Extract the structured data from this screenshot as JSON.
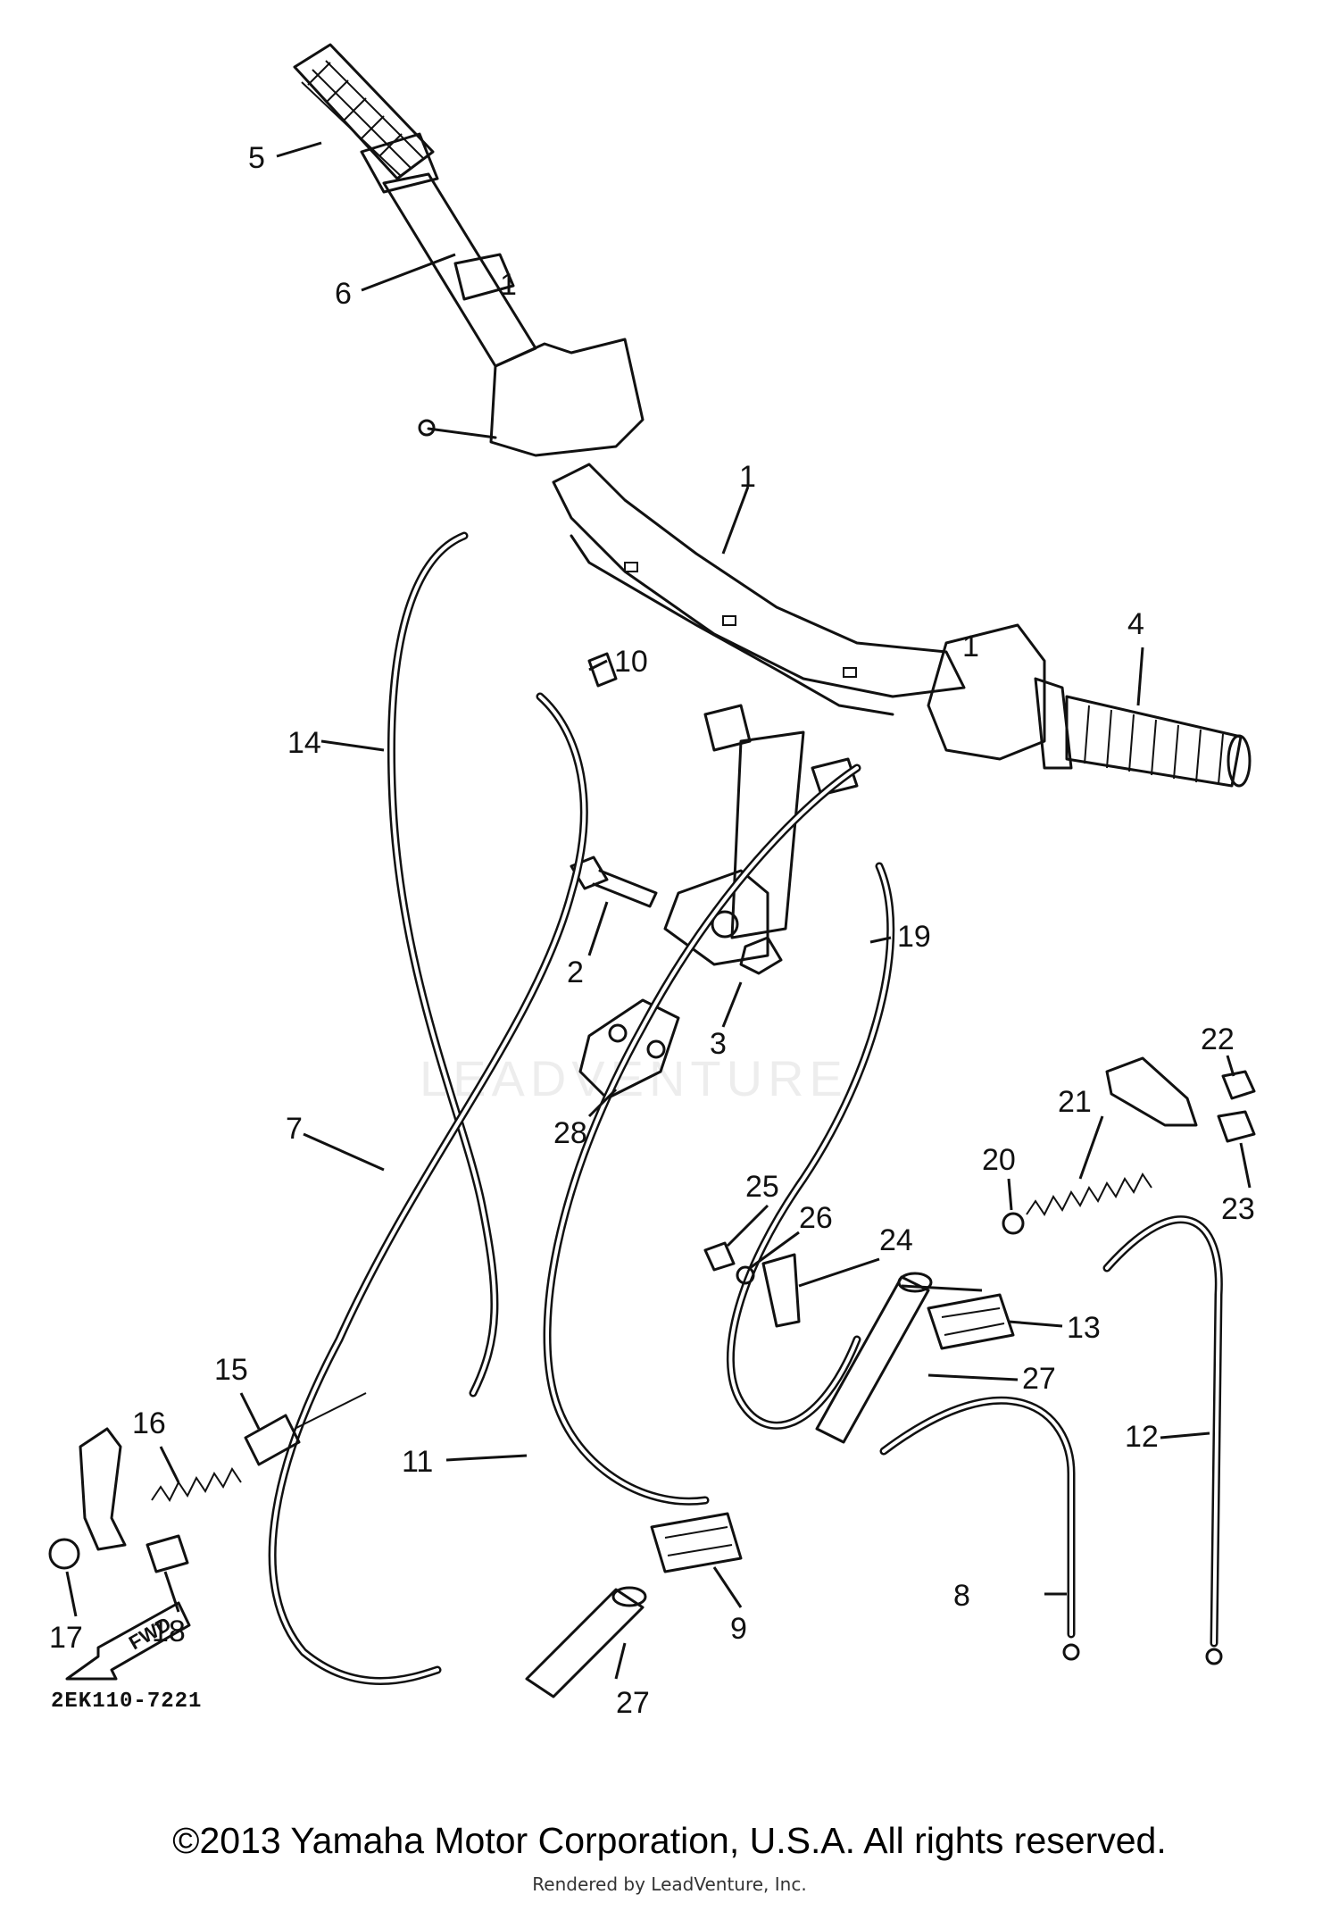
{
  "diagram": {
    "drawing_code": "2EK110-7221",
    "direction_arrow_label": "FWD",
    "watermark": "LEADVENTURE",
    "callouts": [
      "1",
      "1",
      "1",
      "2",
      "3",
      "4",
      "5",
      "6",
      "7",
      "8",
      "9",
      "10",
      "11",
      "12",
      "13",
      "14",
      "15",
      "16",
      "17",
      "18",
      "19",
      "20",
      "21",
      "22",
      "23",
      "24",
      "25",
      "26",
      "27",
      "27",
      "28"
    ]
  },
  "footer": {
    "copyright": "©2013 Yamaha Motor Corporation, U.S.A. All rights reserved.",
    "rendered_by": "Rendered by LeadVenture, Inc."
  }
}
